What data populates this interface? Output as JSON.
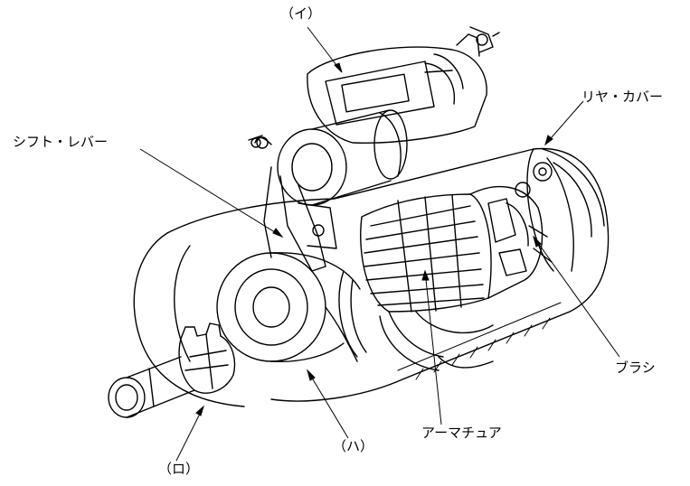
{
  "labels": {
    "i": "（イ）",
    "shift_lever": "シフト・レバー",
    "rear_cover": "リヤ・カバー",
    "brush": "ブラシ",
    "armature": "アーマチュア",
    "ha": "（ハ）",
    "ro": "（ロ）"
  },
  "colors": {
    "line": "#000000",
    "background": "#ffffff"
  }
}
